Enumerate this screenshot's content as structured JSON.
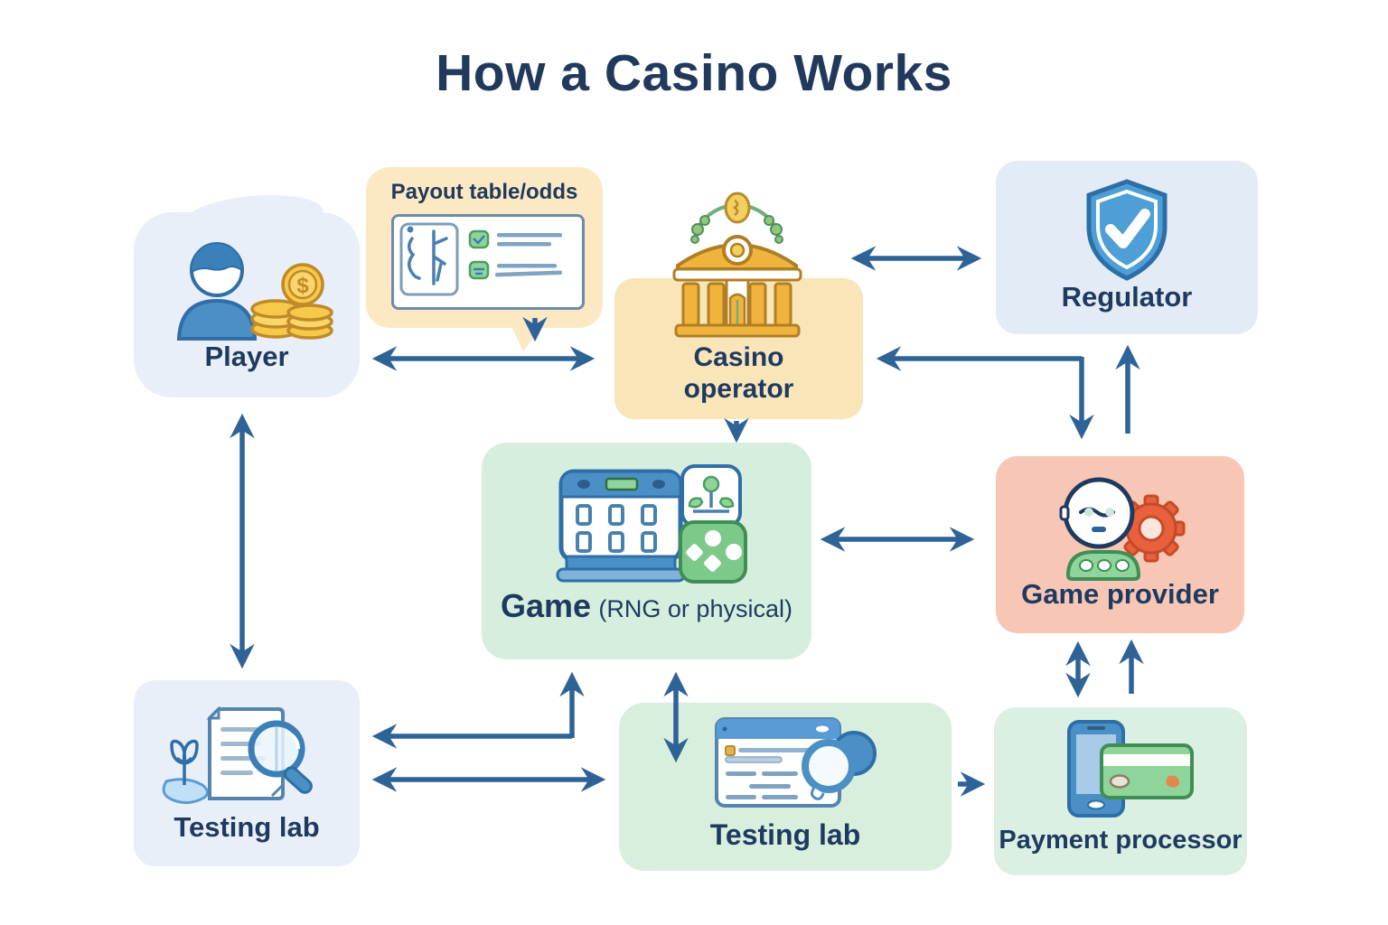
{
  "title": "How a Casino Works",
  "colors": {
    "title_text": "#21395c",
    "label_text": "#1e3a5f",
    "arrow": "#2e6398",
    "player_box": "#e9eff8",
    "payout_bubble": "#fce9c4",
    "casino_box": "#fae5b9",
    "regulator_box": "#e3ebf7",
    "game_box": "#d6eedd",
    "game_provider_box": "#f8c6b5",
    "testing_lab_left_box": "#e9eff8",
    "testing_lab_center_box": "#d8efde",
    "payment_box": "#dbf0e2"
  },
  "nodes": {
    "player": {
      "label": "Player",
      "icon": "person-with-coins-icon"
    },
    "payout": {
      "label": "Payout table/odds",
      "icon": "payout-table-card-icon"
    },
    "casino_operator": {
      "label_line1": "Casino",
      "label_line2": "operator",
      "icon": "casino-building-icon"
    },
    "regulator": {
      "label": "Regulator",
      "icon": "shield-check-icon"
    },
    "game": {
      "label_main": "Game",
      "label_sub": "(RNG or physical)",
      "icon": "slot-machine-and-game-tile-icon"
    },
    "game_provider": {
      "label": "Game provider",
      "icon": "robot-and-gear-icon"
    },
    "testing_lab_left": {
      "label": "Testing lab",
      "icon": "document-magnifier-icon"
    },
    "testing_lab_center": {
      "label": "Testing lab",
      "icon": "browser-magnifier-icon"
    },
    "payment_processor": {
      "label": "Payment processor",
      "icon": "phone-and-card-icon"
    }
  },
  "edges": [
    {
      "from": "player",
      "to": "casino_operator",
      "bidirectional": true
    },
    {
      "from": "payout",
      "to": "player_casino_link",
      "bidirectional": false
    },
    {
      "from": "casino_operator",
      "to": "regulator",
      "bidirectional": true
    },
    {
      "from": "regulator",
      "to": "casino_operator",
      "bidirectional": false
    },
    {
      "from": "regulator",
      "to": "game_provider",
      "bidirectional": false
    },
    {
      "from": "game_provider",
      "to": "regulator",
      "bidirectional": false
    },
    {
      "from": "casino_operator",
      "to": "game",
      "bidirectional": false
    },
    {
      "from": "game",
      "to": "game_provider",
      "bidirectional": true
    },
    {
      "from": "player",
      "to": "testing_lab_left",
      "bidirectional": true
    },
    {
      "from": "game",
      "to": "testing_lab_left",
      "bidirectional": true
    },
    {
      "from": "testing_lab_left",
      "to": "testing_lab_center",
      "bidirectional": true
    },
    {
      "from": "game",
      "to": "testing_lab_center",
      "bidirectional": true
    },
    {
      "from": "testing_lab_center",
      "to": "payment_processor",
      "bidirectional": false
    },
    {
      "from": "game_provider",
      "to": "payment_processor",
      "bidirectional": true
    },
    {
      "from": "payment_processor",
      "to": "game_provider",
      "bidirectional": false
    }
  ]
}
